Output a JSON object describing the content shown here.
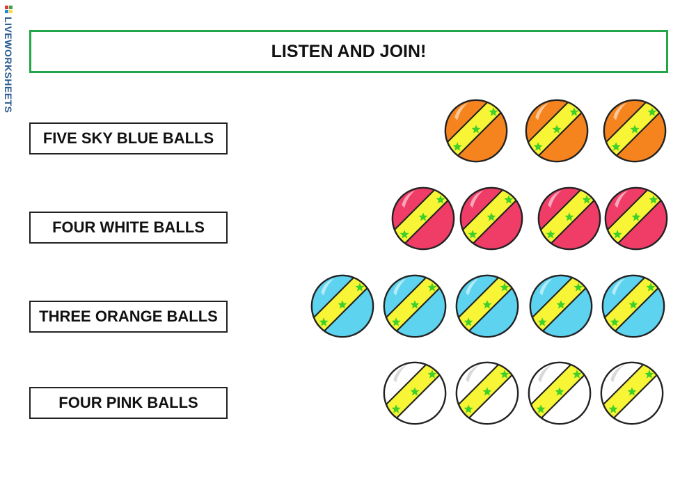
{
  "brand": {
    "text": "LIVEWORKSHEETS"
  },
  "title": "LISTEN AND JOIN!",
  "labels": [
    "FIVE SKY BLUE BALLS",
    "FOUR WHITE BALLS",
    "THREE ORANGE BALLS",
    "FOUR PINK BALLS"
  ],
  "ball_groups": [
    {
      "color_name": "orange",
      "count": 3,
      "fill": "#f5841f"
    },
    {
      "color_name": "pink",
      "count": 4,
      "fill": "#ef3d67"
    },
    {
      "color_name": "sky-blue",
      "count": 5,
      "fill": "#5dd3ef"
    },
    {
      "color_name": "white",
      "count": 4,
      "fill": "#ffffff"
    }
  ],
  "stripe_color": "#f7f535",
  "star_color": "#3ecf2a"
}
